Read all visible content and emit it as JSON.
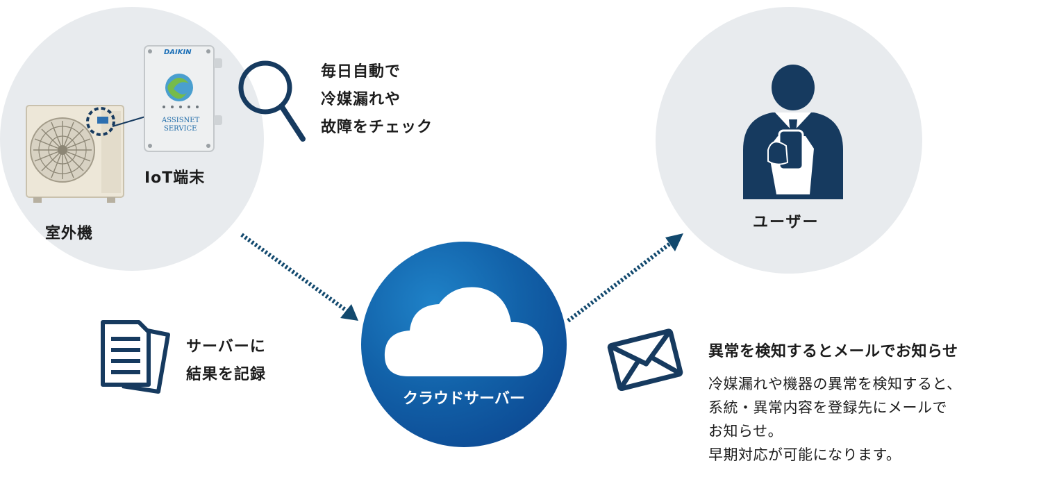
{
  "device": {
    "outdoor_unit_label": "室外機",
    "iot_label": "IoT端末",
    "iot_brand": "DAIKIN",
    "iot_service_lines": [
      "ASSISNET",
      "SERVICE"
    ]
  },
  "check": {
    "lines": [
      "毎日自動で",
      "冷媒漏れや",
      "故障をチェック"
    ]
  },
  "record": {
    "lines": [
      "サーバーに",
      "結果を記録"
    ]
  },
  "cloud": {
    "label": "クラウドサーバー"
  },
  "user": {
    "label": "ユーザー"
  },
  "notify": {
    "heading": "異常を検知するとメールでお知らせ",
    "lines": [
      "冷媒漏れや機器の異常を検知すると、",
      "系統・異常内容を登録先にメールで",
      "お知らせ。",
      "早期対応が可能になります。"
    ]
  },
  "colors": {
    "navy": "#163a5f",
    "arrow": "#12496e",
    "circle_bg": "#e8ebee",
    "cloud_blue": "#1261a8"
  }
}
